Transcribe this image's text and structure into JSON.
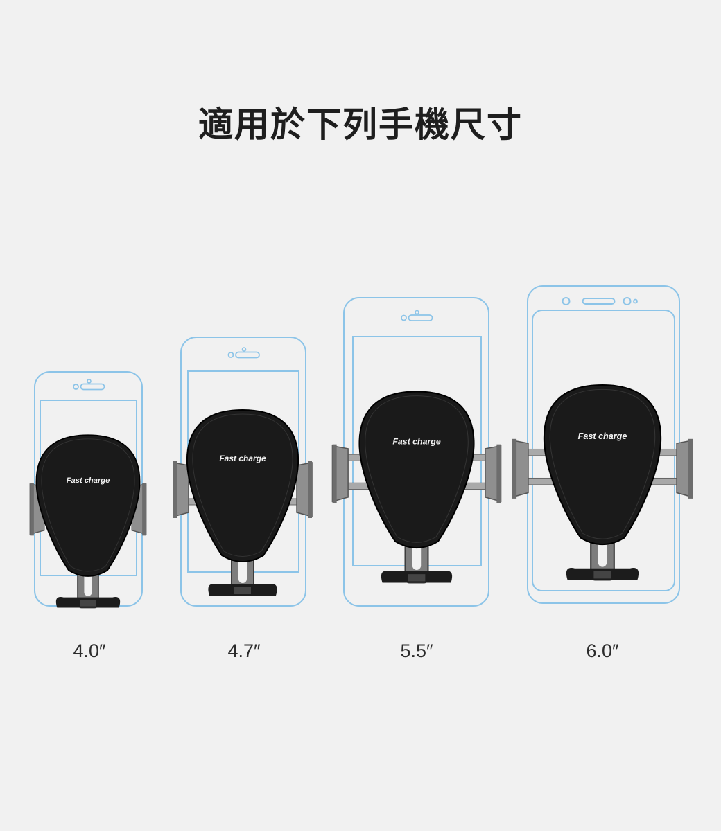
{
  "page": {
    "title": "適用於下列手機尺寸",
    "background": "#f1f1f1"
  },
  "phones": [
    {
      "size_label": "4.0″",
      "style": "classic",
      "holder_text": "Fast charge"
    },
    {
      "size_label": "4.7″",
      "style": "classic",
      "holder_text": "Fast charge"
    },
    {
      "size_label": "5.5″",
      "style": "classic",
      "holder_text": "Fast charge"
    },
    {
      "size_label": "6.0″",
      "style": "modern",
      "holder_text": "Fast charge"
    }
  ],
  "colors": {
    "phone_outline": "#8cc4e8",
    "holder_body": "#1a1a1a",
    "holder_arm": "#8f8f8f",
    "title_text": "#1e1e1e"
  },
  "icons": [
    "phone-outline-icon",
    "car-phone-holder-icon"
  ]
}
